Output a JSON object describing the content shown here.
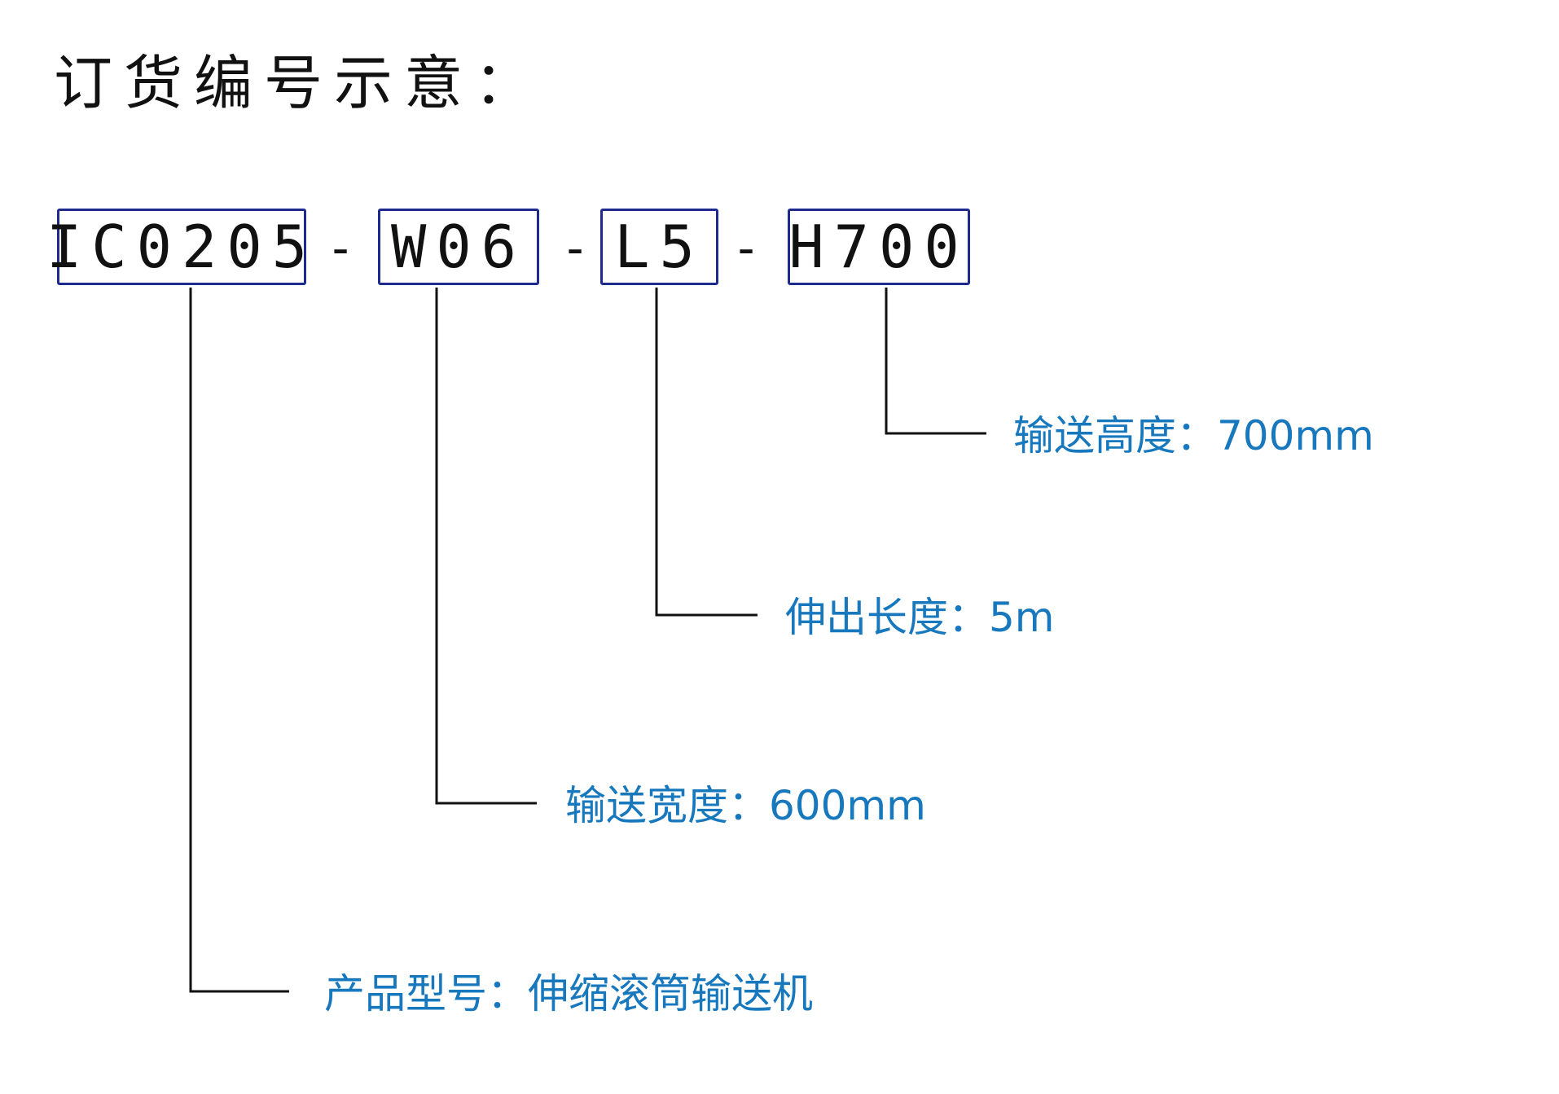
{
  "title": "订货编号示意：",
  "code": {
    "segments": [
      "IC0205",
      "W06",
      "L5",
      "H700"
    ],
    "separator": "-"
  },
  "labels": {
    "height": "输送高度：700mm",
    "extension": "伸出长度：5m",
    "width": "输送宽度：600mm",
    "model": "产品型号：伸缩滚筒输送机"
  },
  "colors": {
    "box_border": "#1f2a8e",
    "label_text": "#1778bd",
    "line": "#111111"
  }
}
